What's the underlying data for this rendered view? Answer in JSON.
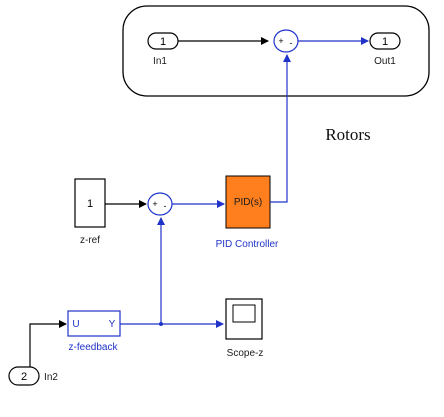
{
  "subsystem": {
    "title": "Rotors",
    "in_port": {
      "number": "1",
      "label": "In1"
    },
    "out_port": {
      "number": "1",
      "label": "Out1"
    },
    "sum_signs": {
      "plus": "+",
      "minus": "-"
    }
  },
  "blocks": {
    "z_ref": {
      "value": "1",
      "label": "z-ref"
    },
    "sum": {
      "plus": "+",
      "minus": "-"
    },
    "pid": {
      "text": "PID(s)",
      "label": "PID Controller"
    },
    "z_feedback": {
      "in_text": "U",
      "out_text": "Y",
      "label": "z-feedback"
    },
    "scope": {
      "label": "Scope-z"
    },
    "in2": {
      "number": "2",
      "label": "In2"
    }
  },
  "colors": {
    "signal": "#1f33c8",
    "pid_fill": "#ff7f1e",
    "outline": "#000000"
  }
}
